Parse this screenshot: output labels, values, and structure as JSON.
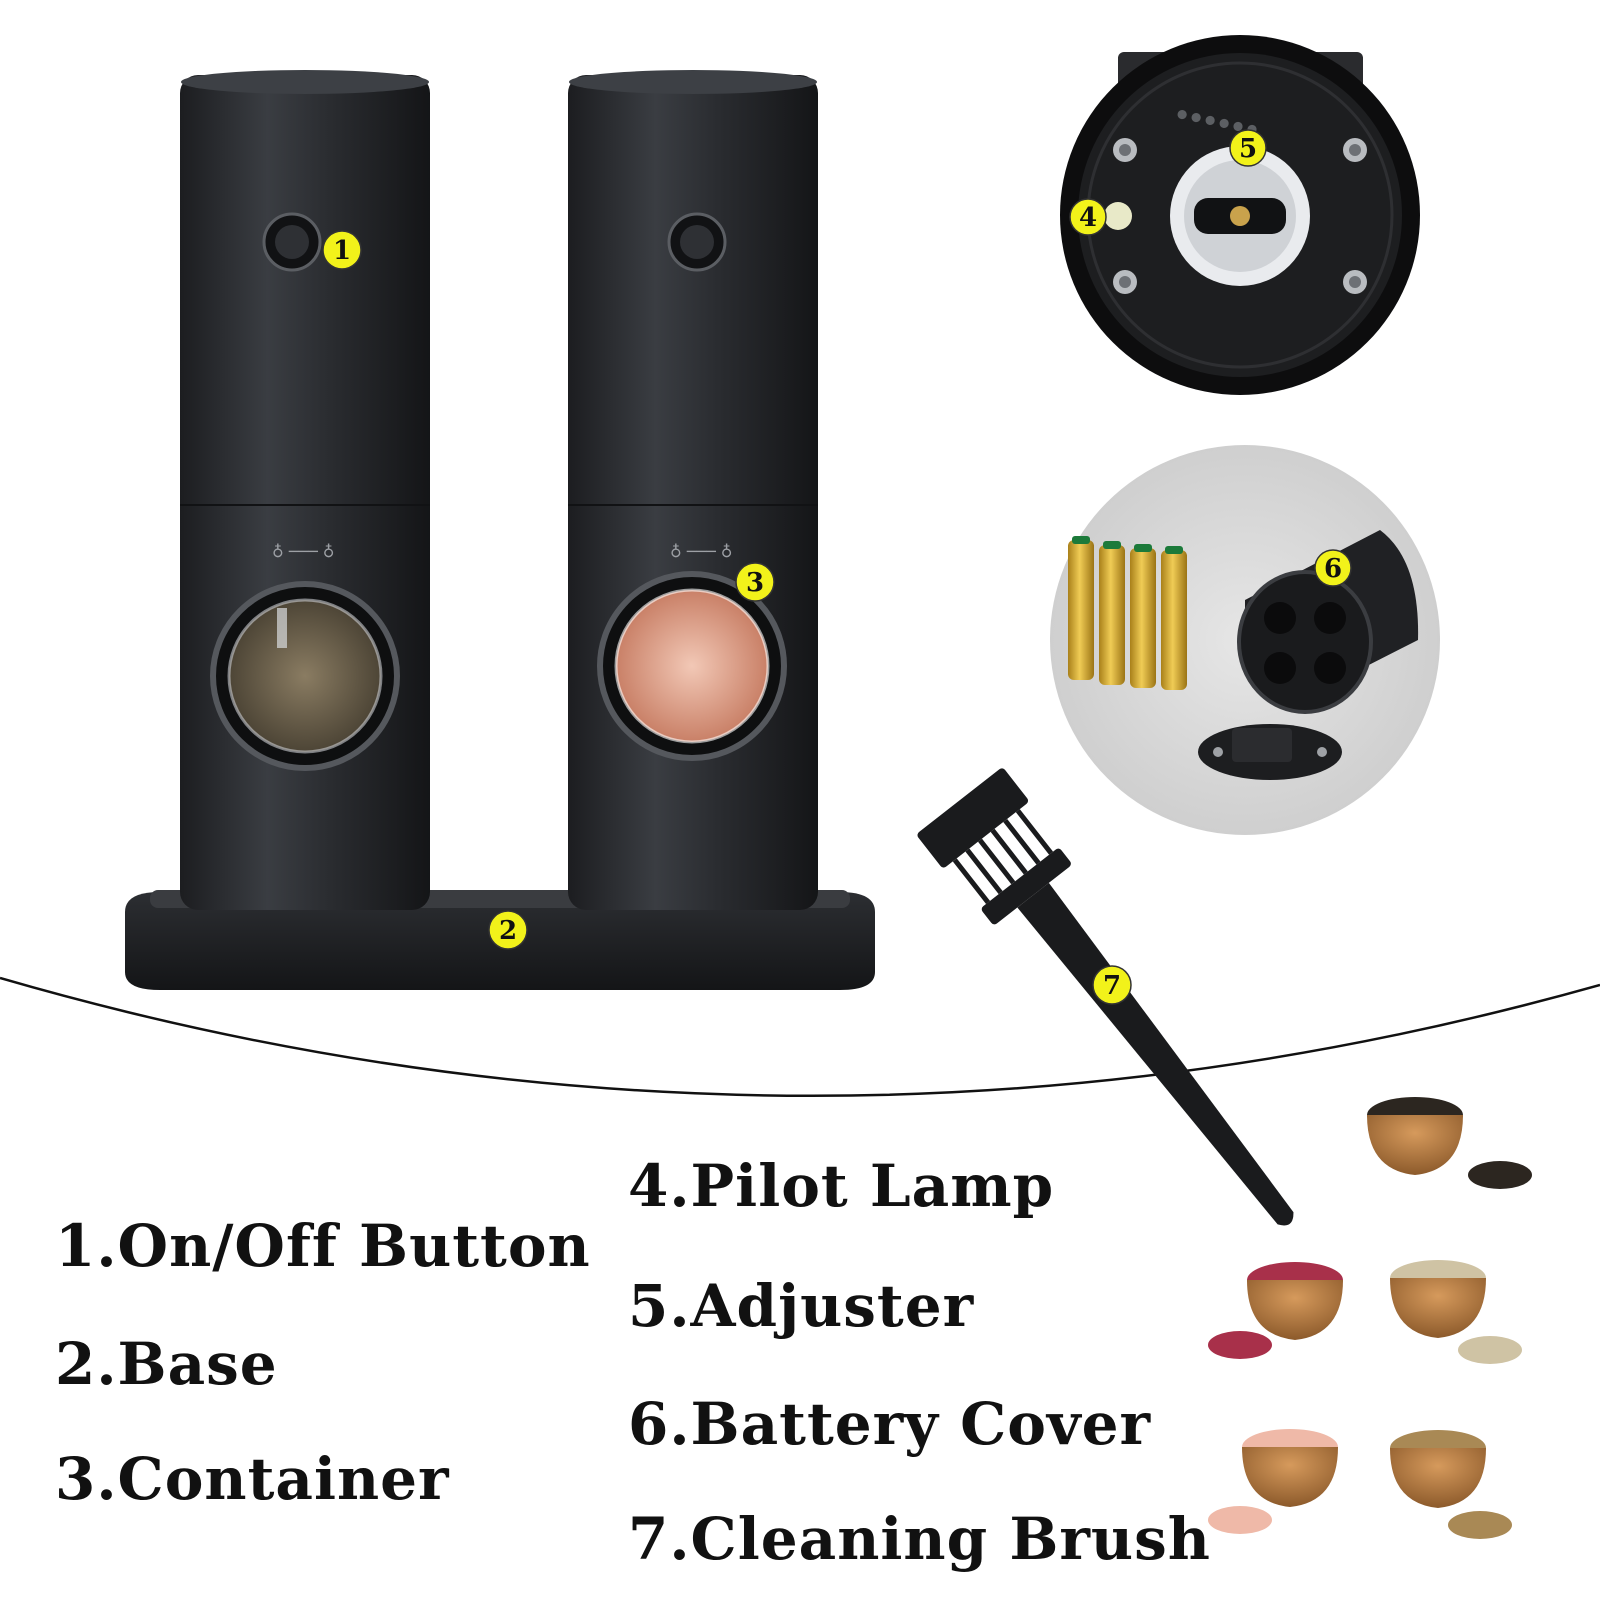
{
  "colors": {
    "marker": "#f2f21a",
    "grinder_body": "#2a2c30",
    "battery_gold": "#d4a52a",
    "background": "#ffffff"
  },
  "markers": [
    "1",
    "2",
    "3",
    "4",
    "5",
    "6",
    "7"
  ],
  "legend": {
    "item_1": "1.On/Off Button",
    "item_2": "2.Base",
    "item_3": "3.Container",
    "item_4": "4.Pilot Lamp",
    "item_5": "5.Adjuster",
    "item_6": "6.Battery Cover",
    "item_7": "7.Cleaning Brush"
  }
}
